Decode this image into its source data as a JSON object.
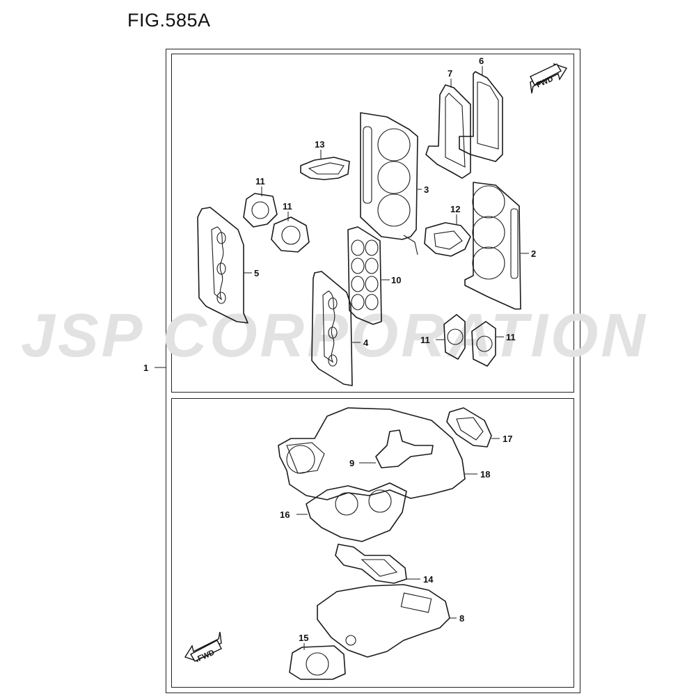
{
  "figure": {
    "title": "FIG.585A"
  },
  "watermark": {
    "text": "JSP CORPORATION"
  },
  "direction": {
    "upper": "FWD",
    "lower": "FWD"
  },
  "callouts": {
    "c1": "1",
    "c2": "2",
    "c3": "3",
    "c4": "4",
    "c5": "5",
    "c6": "6",
    "c7": "7",
    "c8": "8",
    "c9": "9",
    "c10": "10",
    "c11a": "11",
    "c11b": "11",
    "c11c": "11",
    "c11d": "11",
    "c12": "12",
    "c13": "13",
    "c14": "14",
    "c15": "15",
    "c16": "16",
    "c17": "17",
    "c18": "18"
  }
}
